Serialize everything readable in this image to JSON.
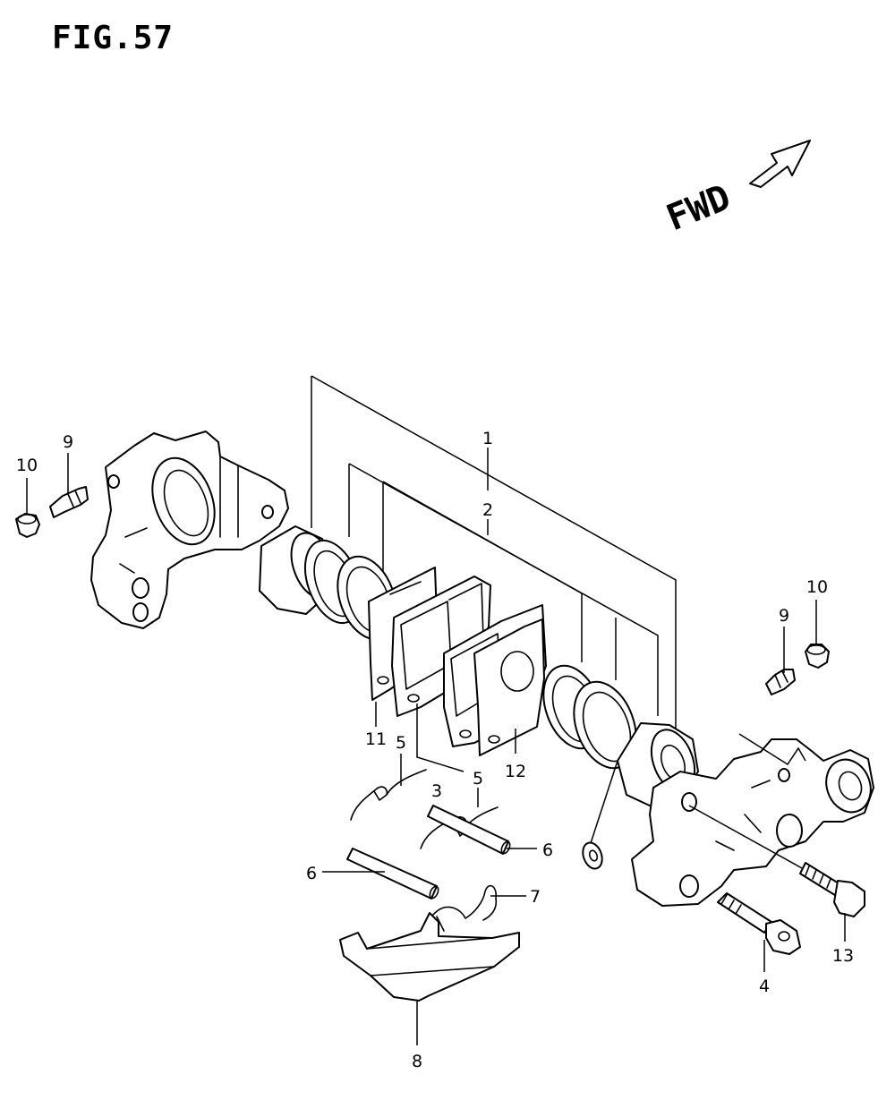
{
  "figure": {
    "title": "FIG.57",
    "direction_label": "FWD"
  },
  "callouts": [
    {
      "id": "c1",
      "label": "1"
    },
    {
      "id": "c2",
      "label": "2"
    },
    {
      "id": "c3",
      "label": "3"
    },
    {
      "id": "c4",
      "label": "4"
    },
    {
      "id": "c5a",
      "label": "5"
    },
    {
      "id": "c5b",
      "label": "5"
    },
    {
      "id": "c6a",
      "label": "6"
    },
    {
      "id": "c6b",
      "label": "6"
    },
    {
      "id": "c7",
      "label": "7"
    },
    {
      "id": "c8",
      "label": "8"
    },
    {
      "id": "c9a",
      "label": "9"
    },
    {
      "id": "c9b",
      "label": "9"
    },
    {
      "id": "c10a",
      "label": "10"
    },
    {
      "id": "c10b",
      "label": "10"
    },
    {
      "id": "c11",
      "label": "11"
    },
    {
      "id": "c12",
      "label": "12"
    },
    {
      "id": "c13",
      "label": "13"
    }
  ],
  "icons": {
    "direction_arrow": "forward-arrow-icon"
  }
}
